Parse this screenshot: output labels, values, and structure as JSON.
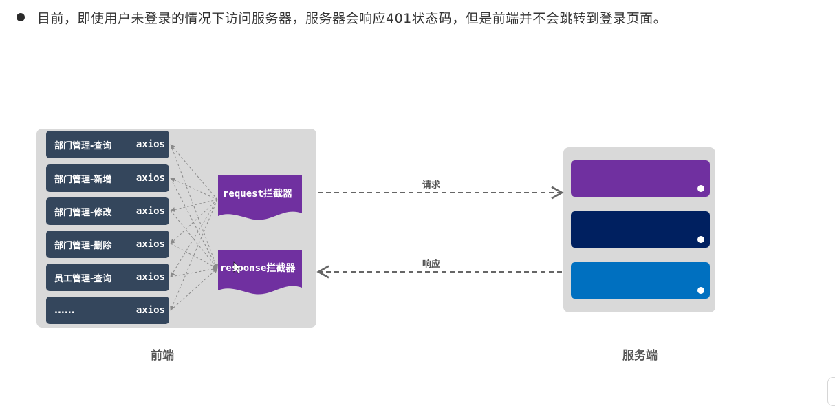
{
  "note": {
    "text": "目前，即使用户未登录的情况下访问服务器，服务器会响应401状态码，但是前端并不会跳转到登录页面。"
  },
  "frontend": {
    "caption": "前端",
    "modules": [
      {
        "label": "部门管理-查询",
        "lib": "axios"
      },
      {
        "label": "部门管理-新增",
        "lib": "axios"
      },
      {
        "label": "部门管理-修改",
        "lib": "axios"
      },
      {
        "label": "部门管理-删除",
        "lib": "axios"
      },
      {
        "label": "员工管理-查询",
        "lib": "axios"
      },
      {
        "label": "......",
        "lib": "axios"
      }
    ],
    "request_interceptor": "request拦截器",
    "response_interceptor": "response拦截器"
  },
  "arrows": {
    "request_label": "请求",
    "response_label": "响应"
  },
  "server": {
    "caption": "服务端",
    "bar_colors": [
      "#7030a0",
      "#002060",
      "#0070c0"
    ]
  },
  "colors": {
    "module_bg": "#34465c",
    "interceptor_bg": "#7030a0",
    "panel_bg": "#d9d9d9"
  }
}
